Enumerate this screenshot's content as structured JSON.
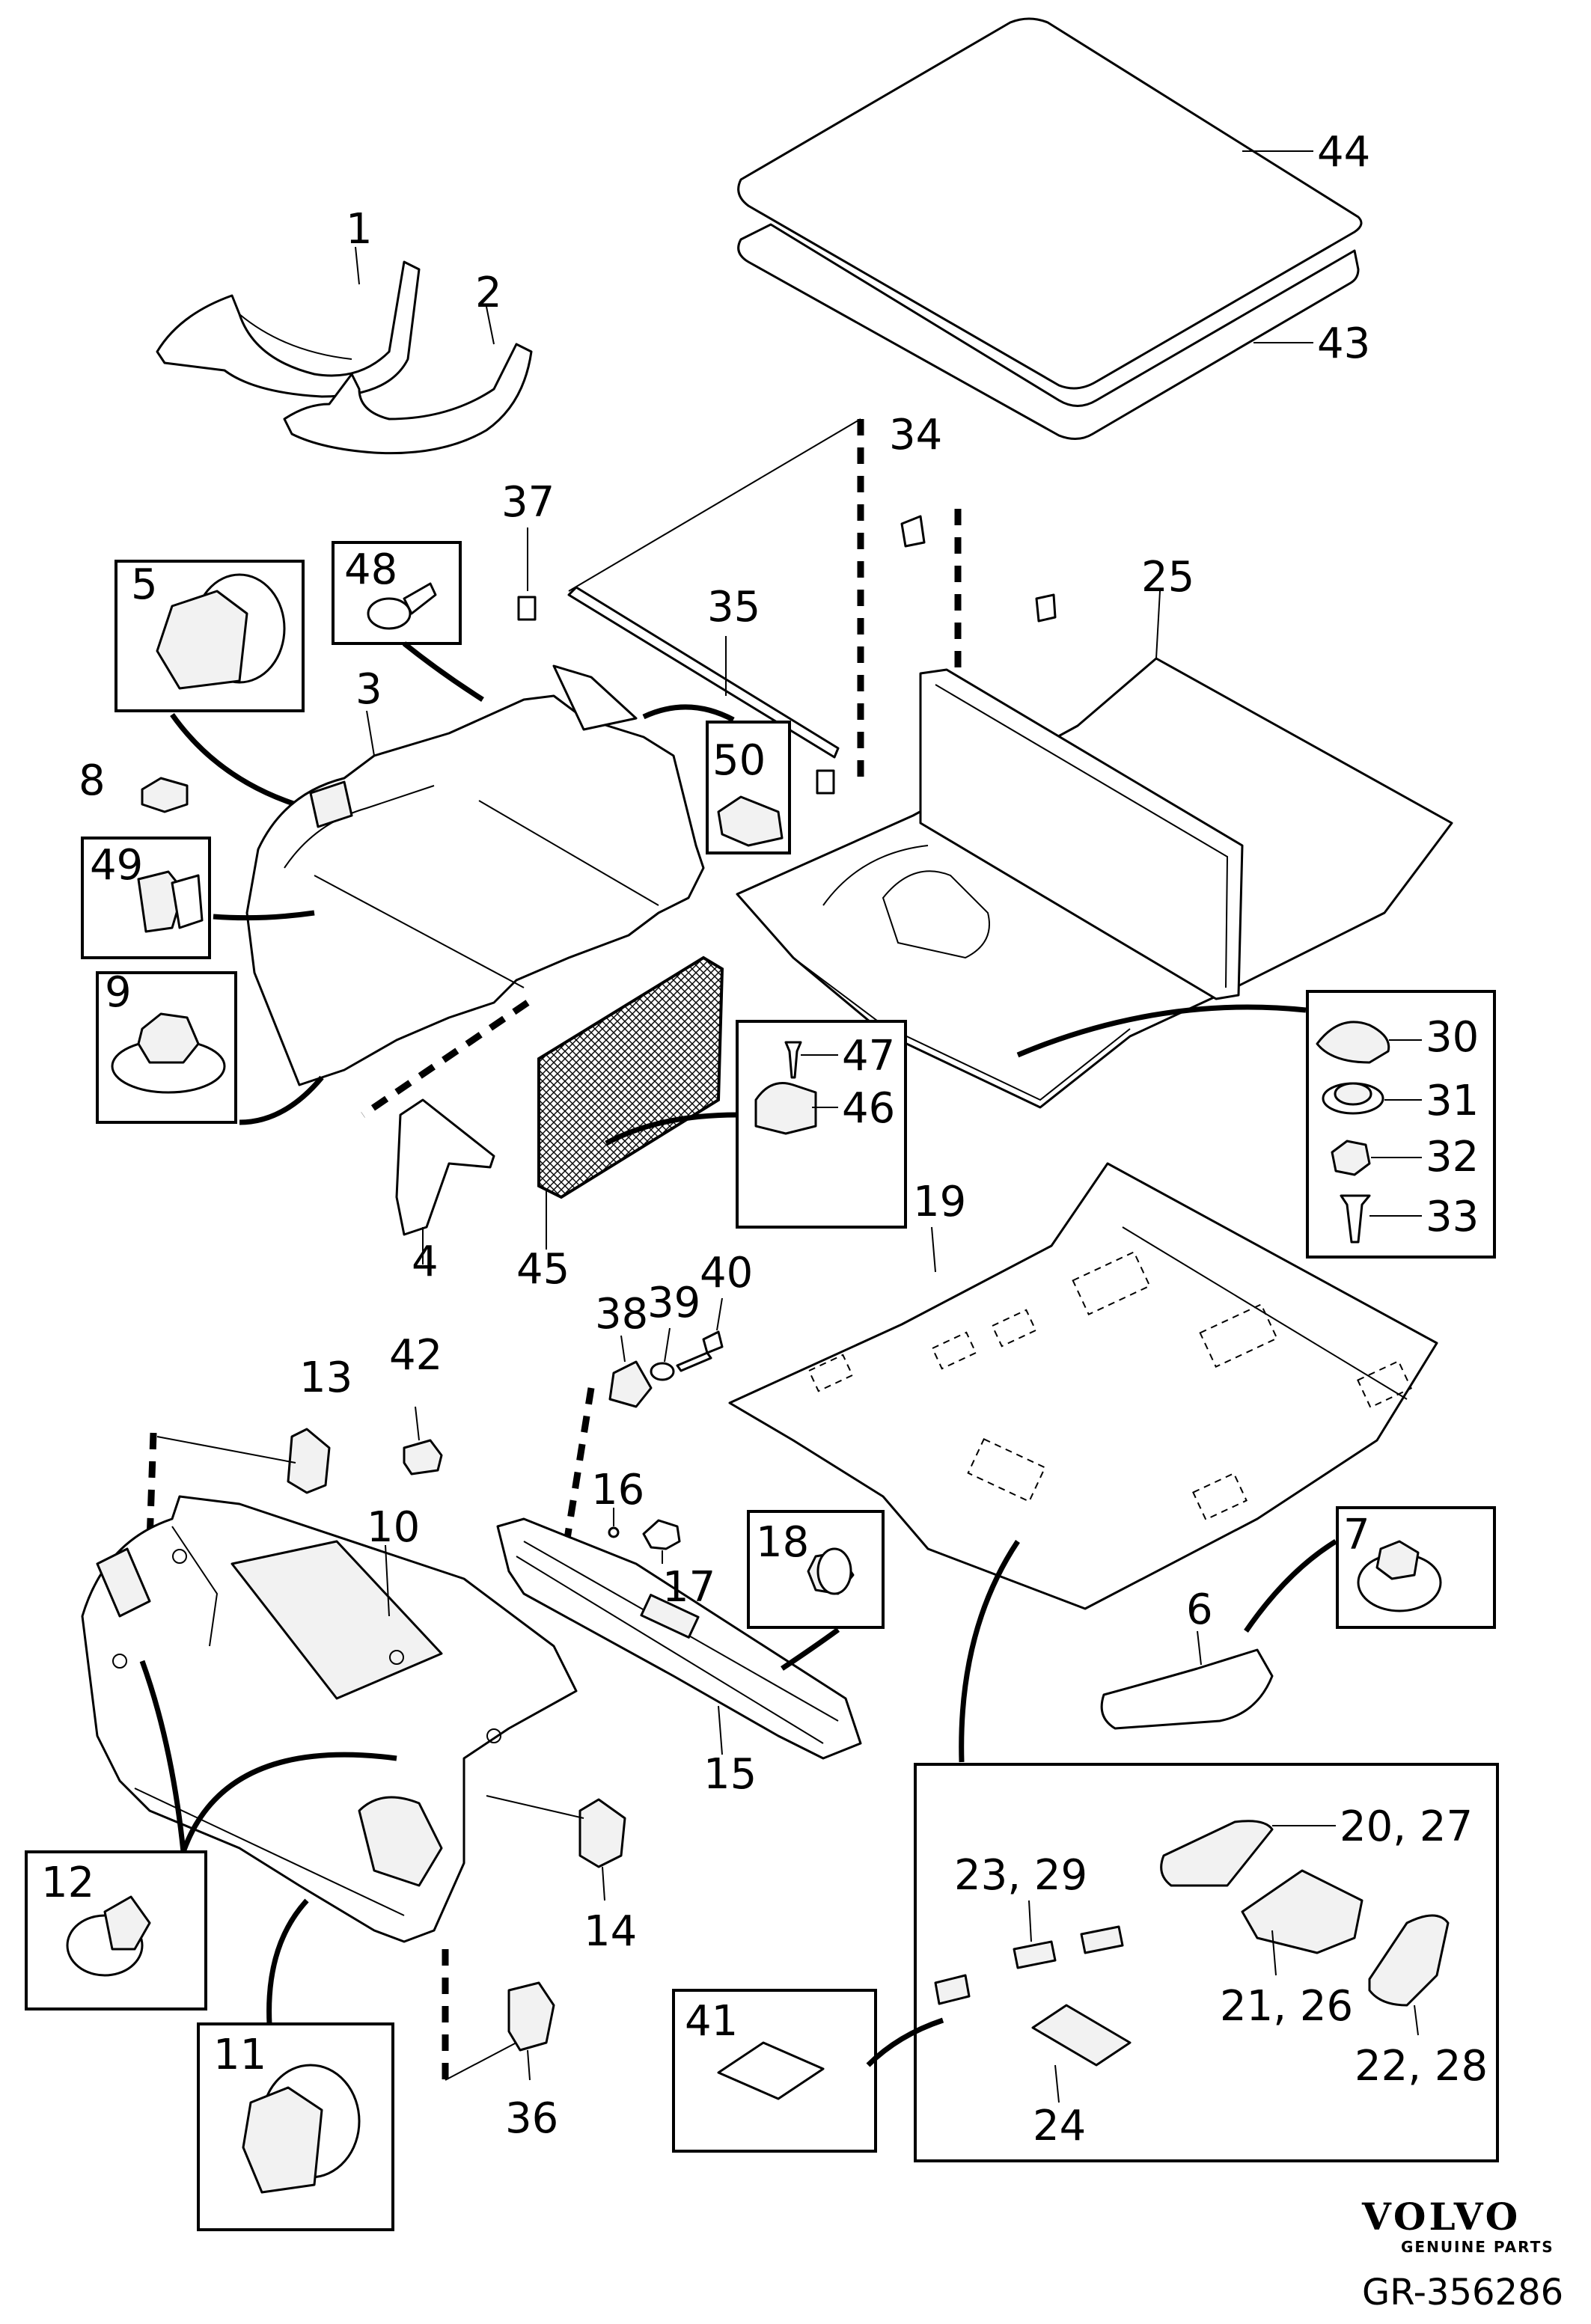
{
  "callouts": {
    "c1": "1",
    "c2": "2",
    "c3": "3",
    "c4": "4",
    "c5": "5",
    "c6": "6",
    "c7": "7",
    "c8": "8",
    "c9": "9",
    "c10": "10",
    "c11": "11",
    "c12": "12",
    "c13": "13",
    "c14": "14",
    "c15": "15",
    "c16": "16",
    "c17": "17",
    "c18": "18",
    "c19": "19",
    "c20_27": "20, 27",
    "c21_26": "21, 26",
    "c22_28": "22, 28",
    "c23_29": "23, 29",
    "c24": "24",
    "c25": "25",
    "c30": "30",
    "c31": "31",
    "c32": "32",
    "c33": "33",
    "c34": "34",
    "c35": "35",
    "c36": "36",
    "c37": "37",
    "c38": "38",
    "c39": "39",
    "c40": "40",
    "c41": "41",
    "c42": "42",
    "c43": "43",
    "c44": "44",
    "c45": "45",
    "c46": "46",
    "c47": "47",
    "c48": "48",
    "c49": "49",
    "c50": "50"
  },
  "brand": {
    "name": "VOLVO",
    "tagline": "GENUINE PARTS"
  },
  "reference": "GR-356286"
}
